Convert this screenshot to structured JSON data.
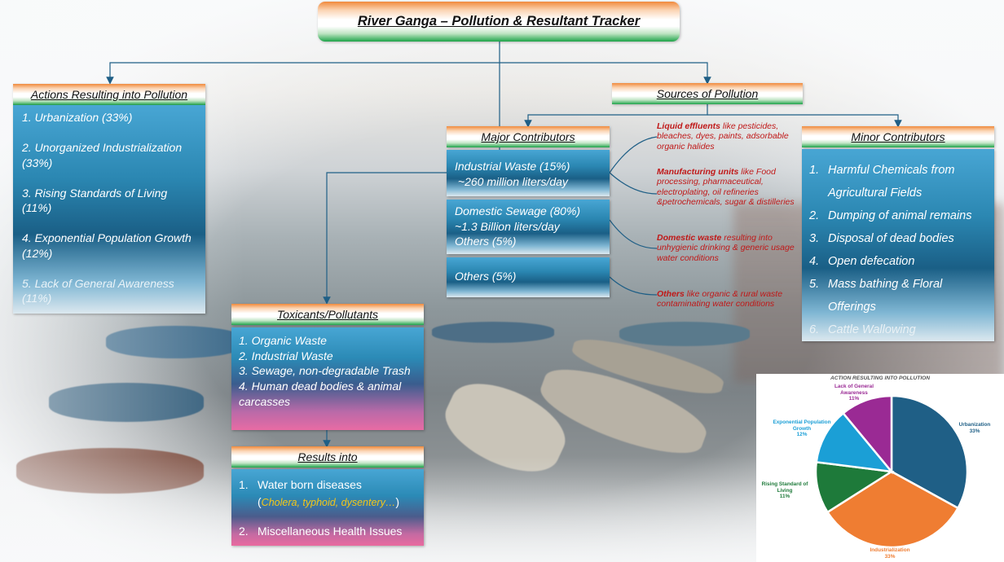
{
  "title": "River Ganga – Pollution & Resultant Tracker",
  "actions": {
    "header": "Actions Resulting into Pollution",
    "items": [
      "1. Urbanization (33%)",
      "2. Unorganized  Industrialization (33%)",
      "3. Rising Standards of Living (11%)",
      "4. Exponential Population Growth (12%)",
      "5. Lack of General Awareness (11%)"
    ]
  },
  "sources": {
    "header": "Sources of Pollution",
    "major": {
      "header": "Major Contributors",
      "industrial": [
        "Industrial Waste (15%)",
        " ~260 million liters/day"
      ],
      "domestic": [
        "Domestic Sewage (80%)",
        "~1.3 Billion liters/day",
        "Others (5%)"
      ],
      "others": "Others (5%)"
    },
    "minor": {
      "header": "Minor Contributors",
      "items": [
        {
          "num": "1.",
          "text": "Harmful Chemicals from Agricultural Fields"
        },
        {
          "num": "2.",
          "text": "Dumping of animal remains"
        },
        {
          "num": "3.",
          "text": "Disposal of dead bodies"
        },
        {
          "num": "4.",
          "text": "Open defecation"
        },
        {
          "num": "5.",
          "text": "Mass bathing & Floral Offerings"
        },
        {
          "num": "6.",
          "text": "Cattle Wallowing"
        }
      ]
    }
  },
  "notes": [
    {
      "bold": "Liquid effluents",
      "text": " like pesticides, bleaches, dyes, paints, adsorbable organic halides"
    },
    {
      "bold": "Manufacturing units",
      "text": " like Food processing, pharmaceutical, electroplating, oil refineries &petrochemicals, sugar & distilleries"
    },
    {
      "bold": "Domestic waste",
      "text": " resulting into unhygienic drinking  & generic usage water conditions"
    },
    {
      "bold": "Others",
      "text": " like organic & rural waste contaminating water conditions"
    }
  ],
  "toxicants": {
    "header": "Toxicants/Pollutants",
    "items": [
      "1. Organic Waste",
      "2. Industrial Waste",
      "3. Sewage, non-degradable Trash",
      "4. Human dead bodies & animal carcasses"
    ]
  },
  "results": {
    "header": "Results into",
    "items": [
      {
        "num": "1.",
        "text": "Water born diseases",
        "open": "(",
        "sub": "Cholera, typhoid, dysentery…",
        "close": ")"
      },
      {
        "num": "2.",
        "text": "Miscellaneous Health Issues"
      }
    ]
  },
  "chart_data": {
    "type": "pie",
    "title": "ACTION RESULTING INTO POLLUTION",
    "slices": [
      {
        "label": "Urbanization",
        "value": 33,
        "pct_label": "33%",
        "color": "#1f5f86"
      },
      {
        "label": "Industrialization",
        "value": 33,
        "pct_label": "33%",
        "color": "#ef7d32"
      },
      {
        "label": "Rising Standard of Living",
        "value": 11,
        "pct_label": "11%",
        "color": "#1e7a3a"
      },
      {
        "label": "Exponential Population Growth",
        "value": 12,
        "pct_label": "12%",
        "color": "#1b9fd6"
      },
      {
        "label": "Lack of General Awareness",
        "value": 11,
        "pct_label": "11%",
        "color": "#9a2a94"
      }
    ]
  }
}
